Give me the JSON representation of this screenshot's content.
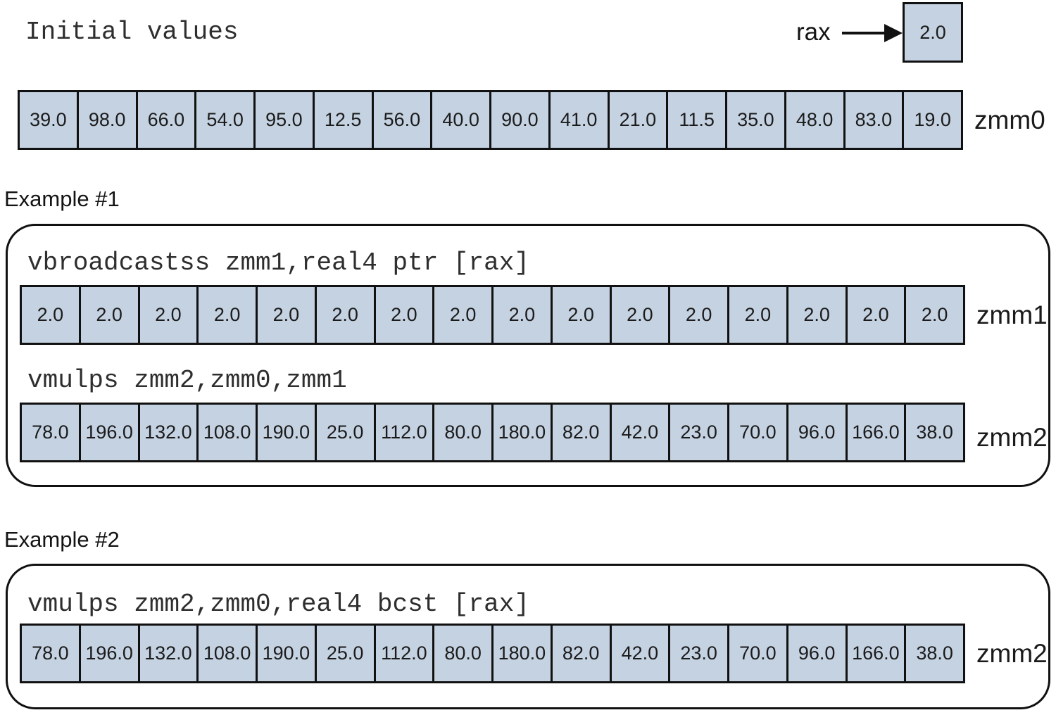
{
  "colors": {
    "cell_fill": "#c5d2e2",
    "border": "#111111",
    "background": "#ffffff"
  },
  "initial": {
    "title": "Initial values",
    "rax": {
      "label": "rax",
      "value": "2.0"
    },
    "zmm0": {
      "label": "zmm0",
      "values": [
        "39.0",
        "98.0",
        "66.0",
        "54.0",
        "95.0",
        "12.5",
        "56.0",
        "40.0",
        "90.0",
        "41.0",
        "21.0",
        "11.5",
        "35.0",
        "48.0",
        "83.0",
        "19.0"
      ]
    }
  },
  "example1": {
    "heading": "Example #1",
    "instruction1": "vbroadcastss zmm1,real4 ptr [rax]",
    "zmm1": {
      "label": "zmm1",
      "values": [
        "2.0",
        "2.0",
        "2.0",
        "2.0",
        "2.0",
        "2.0",
        "2.0",
        "2.0",
        "2.0",
        "2.0",
        "2.0",
        "2.0",
        "2.0",
        "2.0",
        "2.0",
        "2.0"
      ]
    },
    "instruction2": "vmulps zmm2,zmm0,zmm1",
    "zmm2": {
      "label": "zmm2",
      "values": [
        "78.0",
        "196.0",
        "132.0",
        "108.0",
        "190.0",
        "25.0",
        "112.0",
        "80.0",
        "180.0",
        "82.0",
        "42.0",
        "23.0",
        "70.0",
        "96.0",
        "166.0",
        "38.0"
      ]
    }
  },
  "example2": {
    "heading": "Example #2",
    "instruction": "vmulps zmm2,zmm0,real4 bcst [rax]",
    "zmm2": {
      "label": "zmm2",
      "values": [
        "78.0",
        "196.0",
        "132.0",
        "108.0",
        "190.0",
        "25.0",
        "112.0",
        "80.0",
        "180.0",
        "82.0",
        "42.0",
        "23.0",
        "70.0",
        "96.0",
        "166.0",
        "38.0"
      ]
    }
  }
}
